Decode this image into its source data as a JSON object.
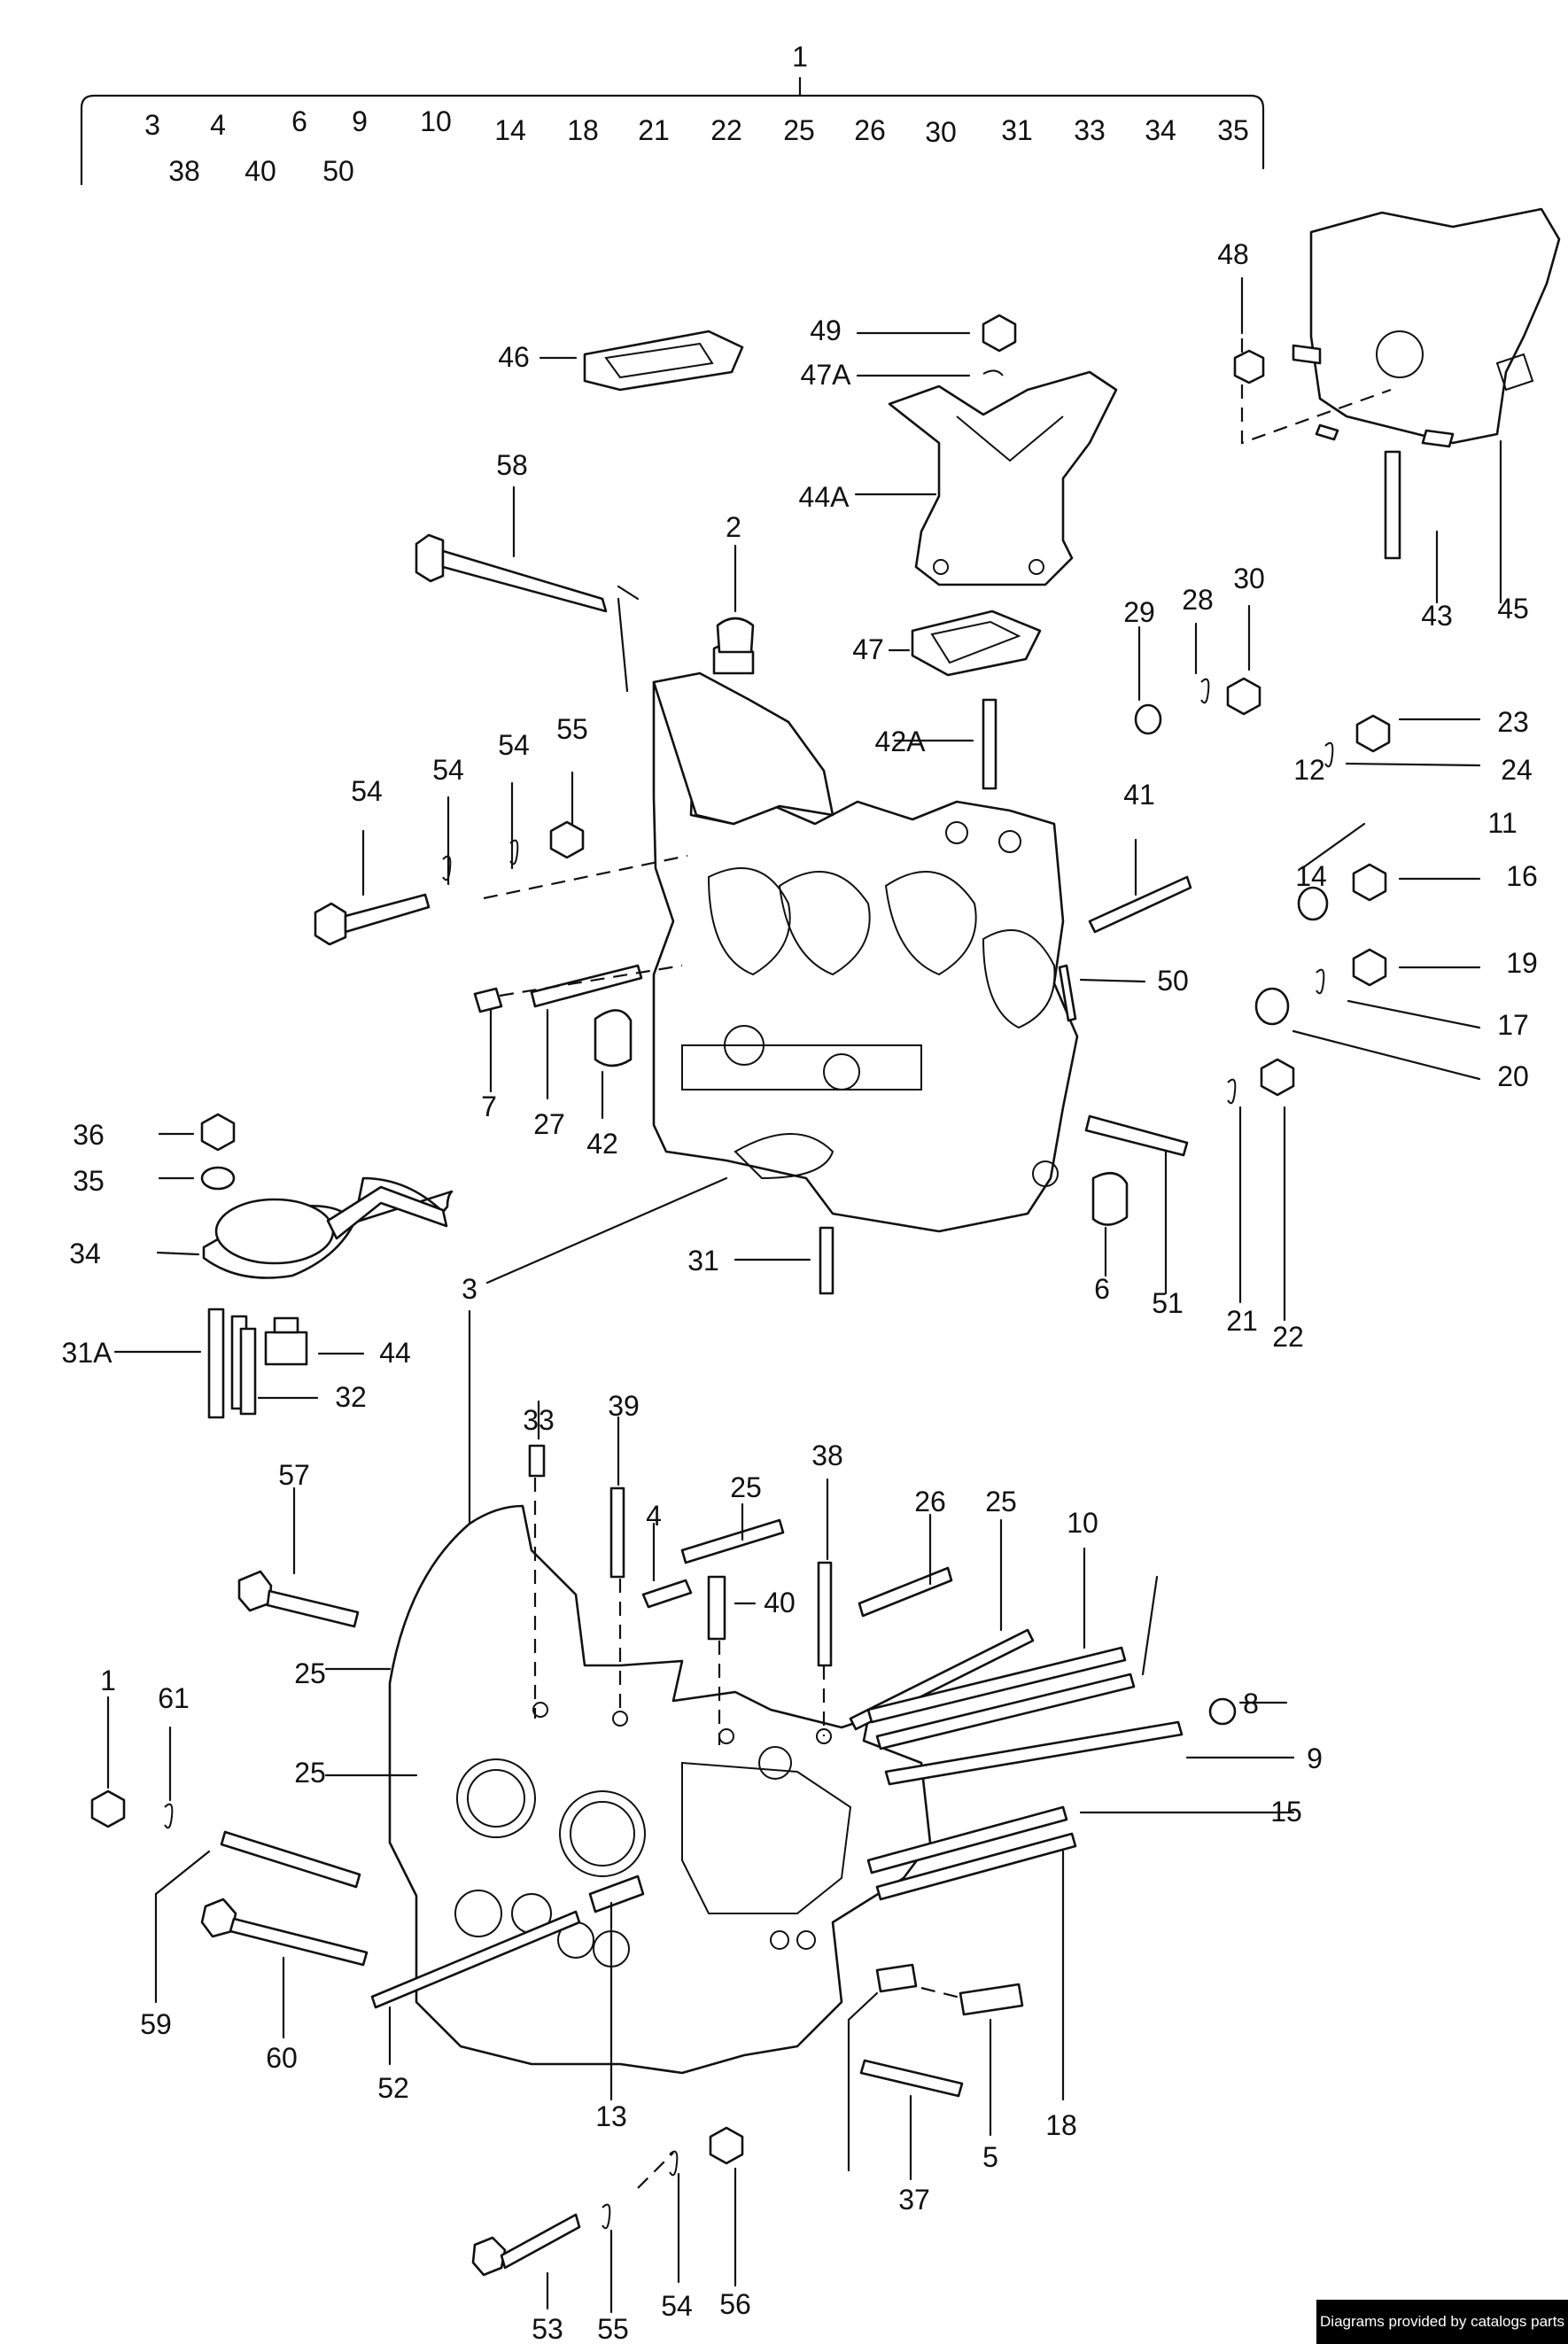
{
  "header": {
    "assembly_label": "1",
    "row1": [
      "3",
      "4",
      "6",
      "9",
      "10",
      "14",
      "18",
      "21",
      "22",
      "25",
      "26",
      "30",
      "31",
      "33",
      "34",
      "35"
    ],
    "row2": [
      "38",
      "40",
      "50"
    ]
  },
  "callouts": [
    "2",
    "6",
    "7",
    "8",
    "9",
    "10",
    "11",
    "12",
    "13",
    "14",
    "15",
    "16",
    "17",
    "18",
    "19",
    "20",
    "21",
    "22",
    "23",
    "24",
    "25",
    "25",
    "25",
    "25",
    "26",
    "27",
    "28",
    "29",
    "30",
    "31",
    "31A",
    "32",
    "33",
    "34",
    "35",
    "36",
    "37",
    "38",
    "39",
    "40",
    "41",
    "42",
    "42A",
    "43",
    "44",
    "44A",
    "45",
    "46",
    "47",
    "47A",
    "48",
    "49",
    "50",
    "51",
    "52",
    "53",
    "54",
    "54",
    "54",
    "54",
    "55",
    "55",
    "56",
    "57",
    "58",
    "59",
    "60",
    "61",
    "1",
    "3",
    "4",
    "5"
  ],
  "credit": "Diagrams provided by catalogs parts"
}
